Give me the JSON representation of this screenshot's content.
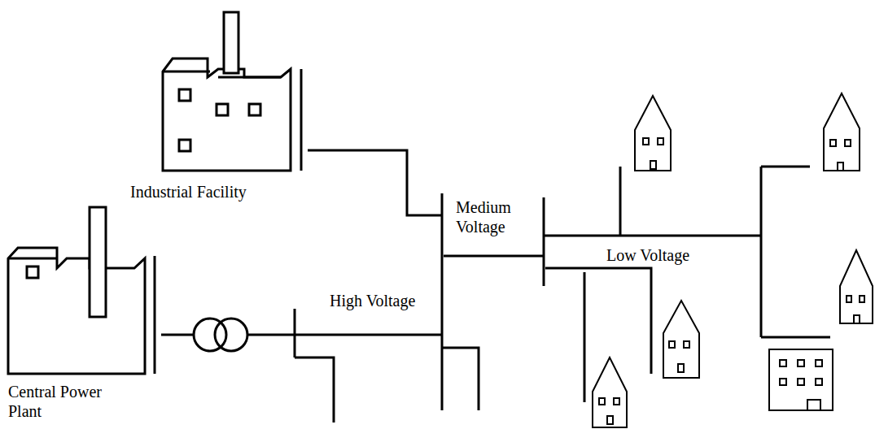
{
  "diagram": {
    "labels": [
      "Industrial Facility",
      "Medium Voltage",
      "Low Voltage",
      "High Voltage",
      "Central Power Plant"
    ]
  }
}
